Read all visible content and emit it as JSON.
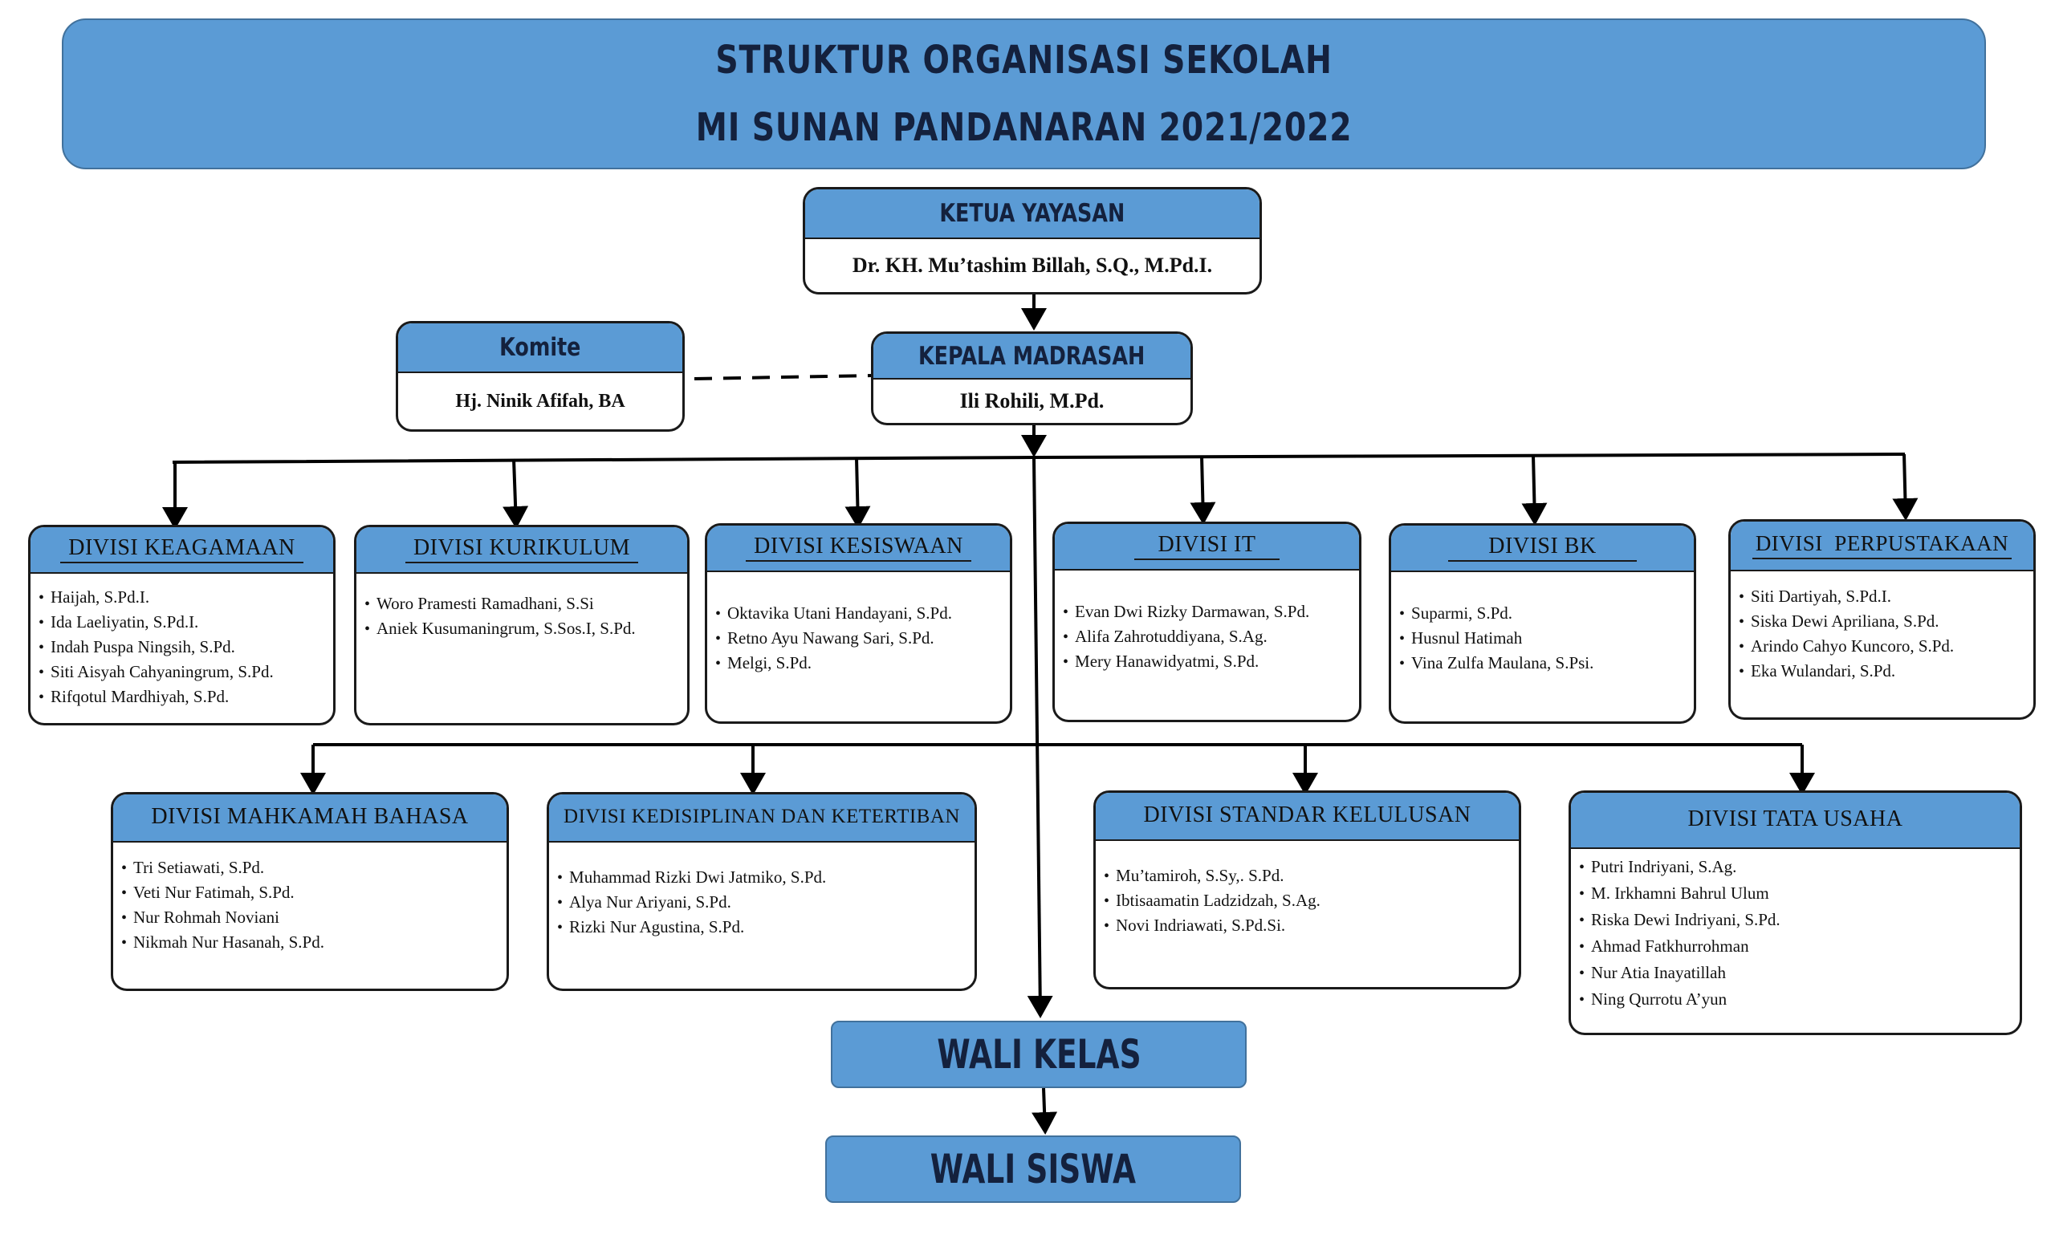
{
  "title": {
    "line1": "STRUKTUR ORGANISASI SEKOLAH",
    "line2": "MI SUNAN PANDANARAN 2021/2022"
  },
  "ketua_yayasan": {
    "title": "KETUA YAYASAN",
    "name": "Dr. KH. Mu’tashim Billah, S.Q., M.Pd.I."
  },
  "kepala_madrasah": {
    "title": "KEPALA MADRASAH",
    "name": "Ili Rohili, M.Pd."
  },
  "komite": {
    "title": "Komite",
    "name": "Hj. Ninik Afifah, BA"
  },
  "divisi_keagamaan": {
    "title": "DIVISI KEAGAMAAN",
    "members": [
      "Haijah, S.Pd.I.",
      "Ida Laeliyatin, S.Pd.I.",
      "Indah Puspa Ningsih, S.Pd.",
      "Siti Aisyah Cahyaningrum, S.Pd.",
      "Rifqotul Mardhiyah, S.Pd."
    ]
  },
  "divisi_kurikulum": {
    "title": "DIVISI KURIKULUM",
    "members": [
      "Woro Pramesti Ramadhani, S.Si",
      "Aniek Kusumaningrum, S.Sos.I, S.Pd."
    ]
  },
  "divisi_kesiswaan": {
    "title": "DIVISI KESISWAAN",
    "members": [
      "Oktavika Utani Handayani, S.Pd.",
      "Retno Ayu Nawang Sari, S.Pd.",
      "Melgi, S.Pd."
    ]
  },
  "divisi_it": {
    "title": "DIVISI IT",
    "members": [
      "Evan Dwi Rizky Darmawan, S.Pd.",
      "Alifa Zahrotuddiyana, S.Ag.",
      "Mery Hanawidyatmi, S.Pd."
    ]
  },
  "divisi_bk": {
    "title": "DIVISI BK",
    "members": [
      "Suparmi, S.Pd.",
      "Husnul Hatimah",
      "Vina Zulfa Maulana, S.Psi."
    ]
  },
  "divisi_perpustakaan": {
    "title": "DIVISI  PERPUSTAKAAN",
    "members": [
      "Siti Dartiyah, S.Pd.I.",
      "Siska Dewi Apriliana, S.Pd.",
      "Arindo Cahyo Kuncoro, S.Pd.",
      "Eka Wulandari, S.Pd."
    ]
  },
  "divisi_mahkamah_bahasa": {
    "title": "DIVISI MAHKAMAH BAHASA",
    "members": [
      "Tri Setiawati, S.Pd.",
      "Veti Nur Fatimah, S.Pd.",
      "Nur Rohmah Noviani",
      "Nikmah Nur Hasanah, S.Pd."
    ]
  },
  "divisi_kedisiplinan": {
    "title": "DIVISI KEDISIPLINAN DAN KETERTIBAN",
    "members": [
      "Muhammad Rizki Dwi Jatmiko, S.Pd.",
      "Alya Nur Ariyani, S.Pd.",
      "Rizki Nur Agustina, S.Pd."
    ]
  },
  "divisi_standar_kelulusan": {
    "title": "DIVISI STANDAR KELULUSAN",
    "members": [
      "Mu’tamiroh, S.Sy,. S.Pd.",
      "Ibtisaamatin Ladzidzah, S.Ag.",
      "Novi Indriawati, S.Pd.Si."
    ]
  },
  "divisi_tata_usaha": {
    "title": "DIVISI TATA USAHA",
    "members": [
      "Putri Indriyani, S.Ag.",
      "M. Irkhamni Bahrul Ulum",
      "Riska Dewi Indriyani, S.Pd.",
      "Ahmad Fatkhurrohman",
      "Nur Atia Inayatillah",
      "Ning Qurrotu A’yun"
    ]
  },
  "wali_kelas": "WALI KELAS",
  "wali_siswa": "WALI SISWA",
  "colors": {
    "header_fill": "#5b9bd5",
    "header_border": "#41719c",
    "title_text": "#14213d",
    "line": "#000000"
  }
}
